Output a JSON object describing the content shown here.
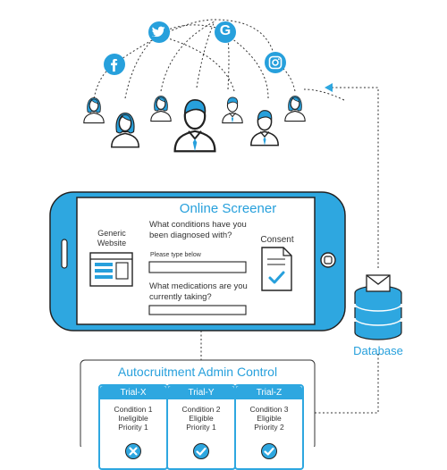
{
  "colors": {
    "accent": "#27a0dc",
    "dark": "#2b2b2b",
    "light": "#ffffff"
  },
  "social_icons": [
    "facebook-icon",
    "twitter-icon",
    "google-icon",
    "instagram-icon"
  ],
  "google_letter": "G",
  "screener": {
    "title": "Online Screener",
    "question1": "What conditions have you been diagnosed with?",
    "hint": "Please type below",
    "question2": "What medications are you currently taking?"
  },
  "website_label": "Generic Website",
  "consent_label": "Consent",
  "database_label": "Database",
  "admin": {
    "title": "Autocruitment Admin Control",
    "trials": [
      {
        "name": "Trial-X",
        "condition": "Condition 1",
        "status": "Ineligible",
        "priority": "Priority 1",
        "result": "reject"
      },
      {
        "name": "Trial-Y",
        "condition": "Condition 2",
        "status": "Eligible",
        "priority": "Priority 1",
        "result": "accept"
      },
      {
        "name": "Trial-Z",
        "condition": "Condition 3",
        "status": "Eligible",
        "priority": "Priority 2",
        "result": "accept"
      }
    ]
  }
}
